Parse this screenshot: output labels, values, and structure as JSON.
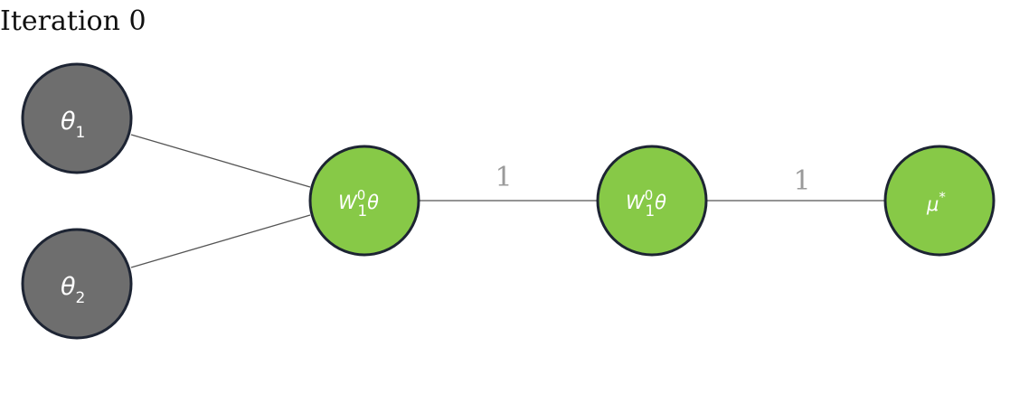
{
  "title": "Iteration 0",
  "colors": {
    "input_node_fill": "#6e6e6e",
    "hidden_node_fill": "#87c947",
    "node_stroke": "#1d2433",
    "edge": "#555555",
    "edge_label": "#9a9a9a"
  },
  "nodes": {
    "theta1": {
      "symbol": "θ",
      "subscript": "1"
    },
    "theta2": {
      "symbol": "θ",
      "subscript": "2"
    },
    "hidden1": {
      "symbol": "W",
      "subscript": "1",
      "superscript": "0",
      "suffix": "θ"
    },
    "hidden2": {
      "symbol": "W",
      "subscript": "1",
      "superscript": "0",
      "suffix": "θ"
    },
    "output": {
      "symbol": "μ",
      "superscript": "*"
    }
  },
  "edges": {
    "hidden1_to_hidden2": {
      "label": "1"
    },
    "hidden2_to_output": {
      "label": "1"
    }
  }
}
